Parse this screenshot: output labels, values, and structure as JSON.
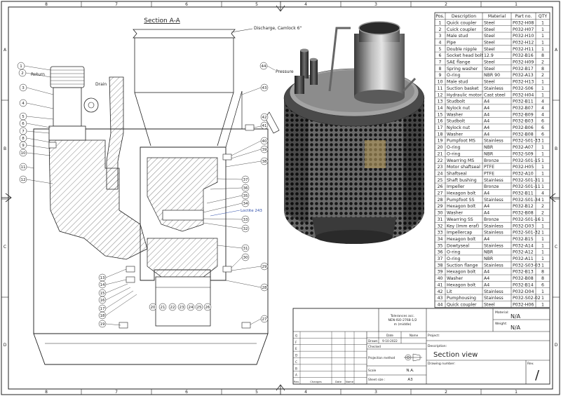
{
  "sheet": {
    "columns": [
      "8",
      "7",
      "6",
      "5",
      "4",
      "3",
      "2",
      "1"
    ],
    "rows": [
      "A",
      "B",
      "C",
      "D"
    ]
  },
  "section": {
    "title": "Section A-A",
    "discharge_label": "Discharge, Camlock 6\"",
    "return_label": "Return",
    "drain_label": "Drain",
    "pressure_label": "Pressure",
    "loctite_label": "Loctite 243",
    "callouts_left": [
      "1",
      "2",
      "3",
      "4",
      "5",
      "6",
      "7",
      "8",
      "9",
      "10",
      "11",
      "12"
    ],
    "callouts_lower_left": [
      "13",
      "14",
      "15",
      "16",
      "17",
      "18",
      "19"
    ],
    "callouts_bottom": [
      "20",
      "21",
      "22",
      "23",
      "24",
      "25",
      "26"
    ],
    "callouts_right": [
      "43",
      "42",
      "41",
      "40",
      "39",
      "38",
      "37",
      "36",
      "35",
      "34",
      "33",
      "32",
      "31",
      "30",
      "29",
      "28",
      "27"
    ],
    "callout_44": "44"
  },
  "bom": {
    "headers": [
      "Pos.",
      "Description",
      "Material",
      "Part no.",
      "QTY"
    ],
    "rows": [
      [
        "1",
        "Quick coupler",
        "Steel",
        "P032-H08",
        "1"
      ],
      [
        "2",
        "Cuick coupler",
        "Steel",
        "P032-H07",
        "1"
      ],
      [
        "3",
        "Male stud",
        "Steel",
        "P032-H10",
        "1"
      ],
      [
        "4",
        "Pipe",
        "Steel",
        "P032-H12",
        "1"
      ],
      [
        "5",
        "Double nipple",
        "Steel",
        "P032-H11",
        "1"
      ],
      [
        "6",
        "Socket head bolt",
        "12.9",
        "P032-B16",
        "8"
      ],
      [
        "7",
        "SAE flange",
        "Steel",
        "P032-H09",
        "2"
      ],
      [
        "8",
        "Spring washer",
        "Steel",
        "P032-B17",
        "8"
      ],
      [
        "9",
        "O-ring",
        "NBR 90",
        "P032-A13",
        "2"
      ],
      [
        "10",
        "Male stud",
        "Steel",
        "P032-H13",
        "1"
      ],
      [
        "11",
        "Suction basket",
        "Stainless",
        "P032-S06",
        "1"
      ],
      [
        "12",
        "Hydraulic motor",
        "Cast steel",
        "P032-H04",
        "1"
      ],
      [
        "13",
        "Studbolt",
        "A4",
        "P032-B11",
        "4"
      ],
      [
        "14",
        "Nylock nut",
        "A4",
        "P032-B07",
        "4"
      ],
      [
        "15",
        "Washer",
        "A4",
        "P032-B09",
        "4"
      ],
      [
        "16",
        "Studbolt",
        "A4",
        "P032-B03",
        "6"
      ],
      [
        "17",
        "Nylock nut",
        "A4",
        "P032-B06",
        "6"
      ],
      [
        "18",
        "Washer",
        "A4",
        "P032-B08",
        "6"
      ],
      [
        "19",
        "Pumpfoot MS",
        "Stainless",
        "P032-S01-33",
        "1"
      ],
      [
        "20",
        "O-ring",
        "NBR",
        "P032-A07",
        "1"
      ],
      [
        "21",
        "O-ring",
        "NBR",
        "P032-S09",
        "1"
      ],
      [
        "22",
        "Wearring MS",
        "Bronze",
        "P032-S01-15",
        "1"
      ],
      [
        "23",
        "Motor shaftseal",
        "PTFE",
        "P032-H05",
        "1"
      ],
      [
        "24",
        "Shaftseal",
        "PTFE",
        "P032-A10",
        "1"
      ],
      [
        "25",
        "Shaft bushing",
        "Stainless",
        "P032-S01-31",
        "1"
      ],
      [
        "26",
        "Impeller",
        "Bronze",
        "P032-S01-11",
        "1"
      ],
      [
        "27",
        "Hexagon bolt",
        "A4",
        "P032-B11",
        "4"
      ],
      [
        "28",
        "Pumpfoot SS",
        "Stainless",
        "P032-S01-34",
        "1"
      ],
      [
        "29",
        "Hexagon bolt",
        "A4",
        "P032-B12",
        "2"
      ],
      [
        "30",
        "Washer",
        "A4",
        "P032-B08",
        "2"
      ],
      [
        "31",
        "Wearring SS",
        "Bronze",
        "P032-S01-16",
        "1"
      ],
      [
        "32",
        "Key (Imm eraf)",
        "Stainless",
        "P032-D03",
        "1"
      ],
      [
        "33",
        "Impellercap",
        "Stainless",
        "P032-S01-32",
        "1"
      ],
      [
        "34",
        "Hexagon bolt",
        "A4",
        "P032-B15",
        "1"
      ],
      [
        "35",
        "Dowtyseal",
        "Stainless",
        "P032-A14",
        "1"
      ],
      [
        "36",
        "O-ring",
        "NBR",
        "P032-A12",
        "1"
      ],
      [
        "37",
        "O-ring",
        "NBR",
        "P032-A11",
        "1"
      ],
      [
        "38",
        "Suction flange",
        "Stainless",
        "P032-S03-03",
        "1"
      ],
      [
        "39",
        "Hexagon bolt",
        "A4",
        "P032-B13",
        "8"
      ],
      [
        "40",
        "Washer",
        "A4",
        "P032-B08",
        "8"
      ],
      [
        "41",
        "Hexagon bolt",
        "A4",
        "P032-B14",
        "6"
      ],
      [
        "42",
        "Lit",
        "Stainless",
        "P032-D04",
        "1"
      ],
      [
        "43",
        "Pumphousing",
        "Stainless",
        "P032-S02-02",
        "1"
      ],
      [
        "44",
        "Quick coupler",
        "Steel",
        "P032-H06",
        "1"
      ]
    ]
  },
  "title_block": {
    "tolerances": "Tolerances acc.\nNEN-ISO-2768-1/2\nm (middle)",
    "material_label": "Material:",
    "material_value": "N/A",
    "weight_label": "Weight:",
    "weight_value": "N/A",
    "project_label": "Project:",
    "description_label": "Description:",
    "description_value": "Section view",
    "drawing_number_label": "Drawing number:",
    "rev_label": "Rev.",
    "rev_value": "/",
    "drawn_label": "Drawn",
    "drawn_date": "9-10-2022",
    "date_label": "Date",
    "name_label": "Name",
    "checked_label": "Checked",
    "projection_label": "Projection method",
    "scale_label": "Scale",
    "scale_value": "N.A.",
    "sheet_size_label": "Sheet size :",
    "sheet_size_value": "A3",
    "rev_rows": [
      "G",
      "F",
      "E",
      "D",
      "C",
      "B",
      "A"
    ],
    "rev_headers": [
      "Rev.",
      "Changes",
      "Date",
      "Name"
    ]
  }
}
